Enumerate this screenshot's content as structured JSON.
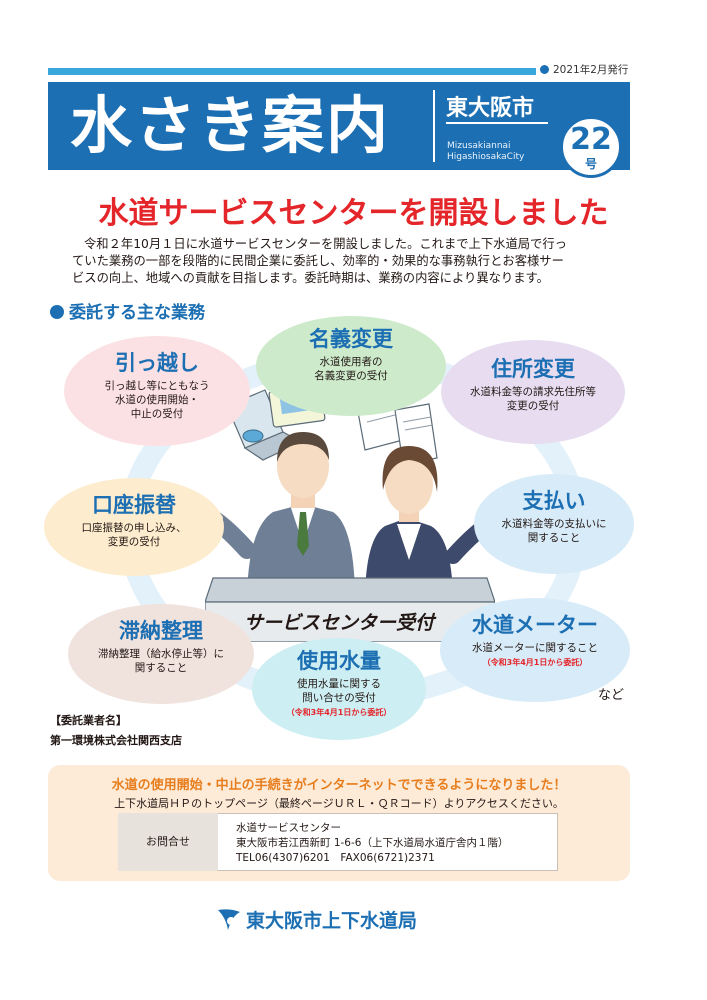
{
  "issue_date": "2021年2月発行",
  "masthead": {
    "title": "水さき案内",
    "city": "東大阪市",
    "roman_line1": "Mizusakiannai",
    "roman_line2": "HigashiosakaCity",
    "issue_number": "22",
    "issue_unit": "号"
  },
  "headline": "水道サービスセンターを開設しました",
  "intro": {
    "line1": "令和２年10月１日に水道サービスセンターを開設しました。これまで上下水道局で行っ",
    "line2": "ていた業務の一部を段階的に民間企業に委託し、効率的・効果的な事務執行とお客様サー",
    "line3": "ビスの向上、地域への貢献を目指します。委託時期は、業務の内容により異なります。"
  },
  "section_title": "委託する主な業務",
  "services": {
    "meigi": {
      "title": "名義変更",
      "body1": "水道使用者の",
      "body2": "名義変更の受付"
    },
    "hikkoshi": {
      "title": "引っ越し",
      "body1": "引っ越し等にともなう",
      "body2": "水道の使用開始・",
      "body3": "中止の受付"
    },
    "jusho": {
      "title": "住所変更",
      "body1": "水道料金等の請求先住所等",
      "body2": "変更の受付"
    },
    "koza": {
      "title": "口座振替",
      "body1": "口座振替の申し込み、",
      "body2": "変更の受付"
    },
    "shiharai": {
      "title": "支払い",
      "body1": "水道料金等の支払いに",
      "body2": "関すること"
    },
    "tainou": {
      "title": "滞納整理",
      "body1": "滞納整理（給水停止等）に",
      "body2": "関すること"
    },
    "meter": {
      "title": "水道メーター",
      "body1": "水道メーターに関すること",
      "note": "（令和3年4月1日から委託）"
    },
    "shiyou": {
      "title": "使用水量",
      "body1": "使用水量に関する",
      "body2": "問い合せの受付",
      "note": "（令和3年4月1日から委託）"
    }
  },
  "counter_label": "サービスセンター受付",
  "etc": "など",
  "contractor": {
    "label": "【委託業者名】",
    "name": "第一環境株式会社関西支店"
  },
  "notice": {
    "headline": "水道の使用開始・中止の手続きがインターネットでできるようになりました！",
    "sub": "上下水道局ＨＰのトップページ（最終ページＵＲＬ・ＱＲコード）よりアクセスください。",
    "contact_label": "お問合せ",
    "contact_line1": "水道サービスセンター",
    "contact_line2": "東大阪市若江西新町 1-6-6（上下水道局水道庁舎内１階）",
    "contact_line3": "TEL06(4307)6201　FAX06(6721)2371"
  },
  "footer": "東大阪市上下水道局",
  "colors": {
    "brand_blue": "#1c6fb3",
    "headline_red": "#e4262b",
    "notice_orange": "#e77d1d"
  }
}
